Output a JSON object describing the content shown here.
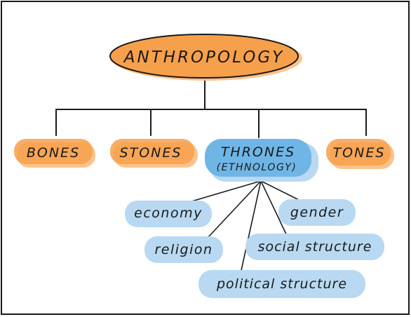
{
  "diagram": {
    "root": {
      "label": "ANTHROPOLOGY"
    },
    "branches": [
      {
        "id": "bones",
        "label": "BONES"
      },
      {
        "id": "stones",
        "label": "STONES"
      },
      {
        "id": "thrones",
        "label": "THRONES",
        "sublabel": "(ETHNOLOGY)"
      },
      {
        "id": "tones",
        "label": "TONES"
      }
    ],
    "topics": [
      {
        "id": "economy",
        "label": "economy"
      },
      {
        "id": "gender",
        "label": "gender"
      },
      {
        "id": "religion",
        "label": "religion"
      },
      {
        "id": "social",
        "label": "social structure"
      },
      {
        "id": "political",
        "label": "political structure"
      }
    ],
    "colors": {
      "orange_fill": "#f7a04b",
      "orange_light": "#fbc38c",
      "blue_fill": "#6fb6e6",
      "blue_light": "#b8d9f1",
      "line": "#1a1a1a",
      "frame": "#1a1a1a"
    }
  }
}
